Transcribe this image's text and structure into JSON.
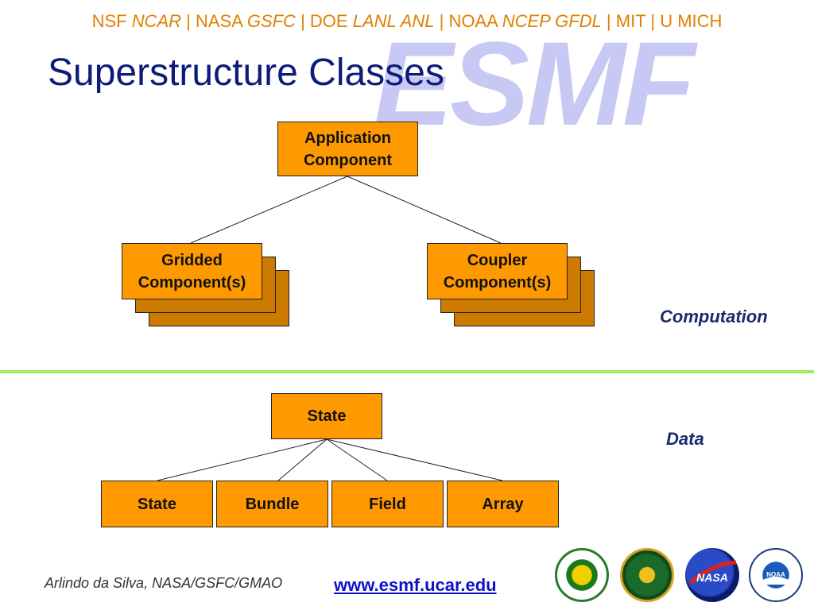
{
  "header": {
    "segments": [
      {
        "org": "NSF",
        "labs": "NCAR"
      },
      {
        "org": "NASA",
        "labs": "GSFC"
      },
      {
        "org": "DOE",
        "labs": "LANL ANL"
      },
      {
        "org": "NOAA",
        "labs": "NCEP GFDL"
      },
      {
        "org": "MIT",
        "labs": ""
      },
      {
        "org": "U MICH",
        "labs": ""
      }
    ],
    "separator": "|"
  },
  "watermark": "ESMF",
  "title": "Superstructure Classes",
  "computation": {
    "label": "Computation",
    "application": {
      "line1": "Application",
      "line2": "Component"
    },
    "gridded": {
      "line1": "Gridded",
      "line2": "Component(s)"
    },
    "coupler": {
      "line1": "Coupler",
      "line2": "Component(s)"
    }
  },
  "data": {
    "label": "Data",
    "state": "State",
    "children": [
      "State",
      "Bundle",
      "Field",
      "Array"
    ]
  },
  "footer": {
    "author": "Arlindo da Silva, NASA/GSFC/GMAO",
    "url": "www.esmf.ucar.edu"
  },
  "colors": {
    "box": "#ff9900",
    "box_shadow": "#cc7a00",
    "header": "#e08000",
    "title": "#0c1c78",
    "divider": "#99ee66",
    "link": "#1010cc"
  },
  "logos": [
    "nsf-logo",
    "doe-logo",
    "nasa-logo",
    "noaa-logo"
  ]
}
